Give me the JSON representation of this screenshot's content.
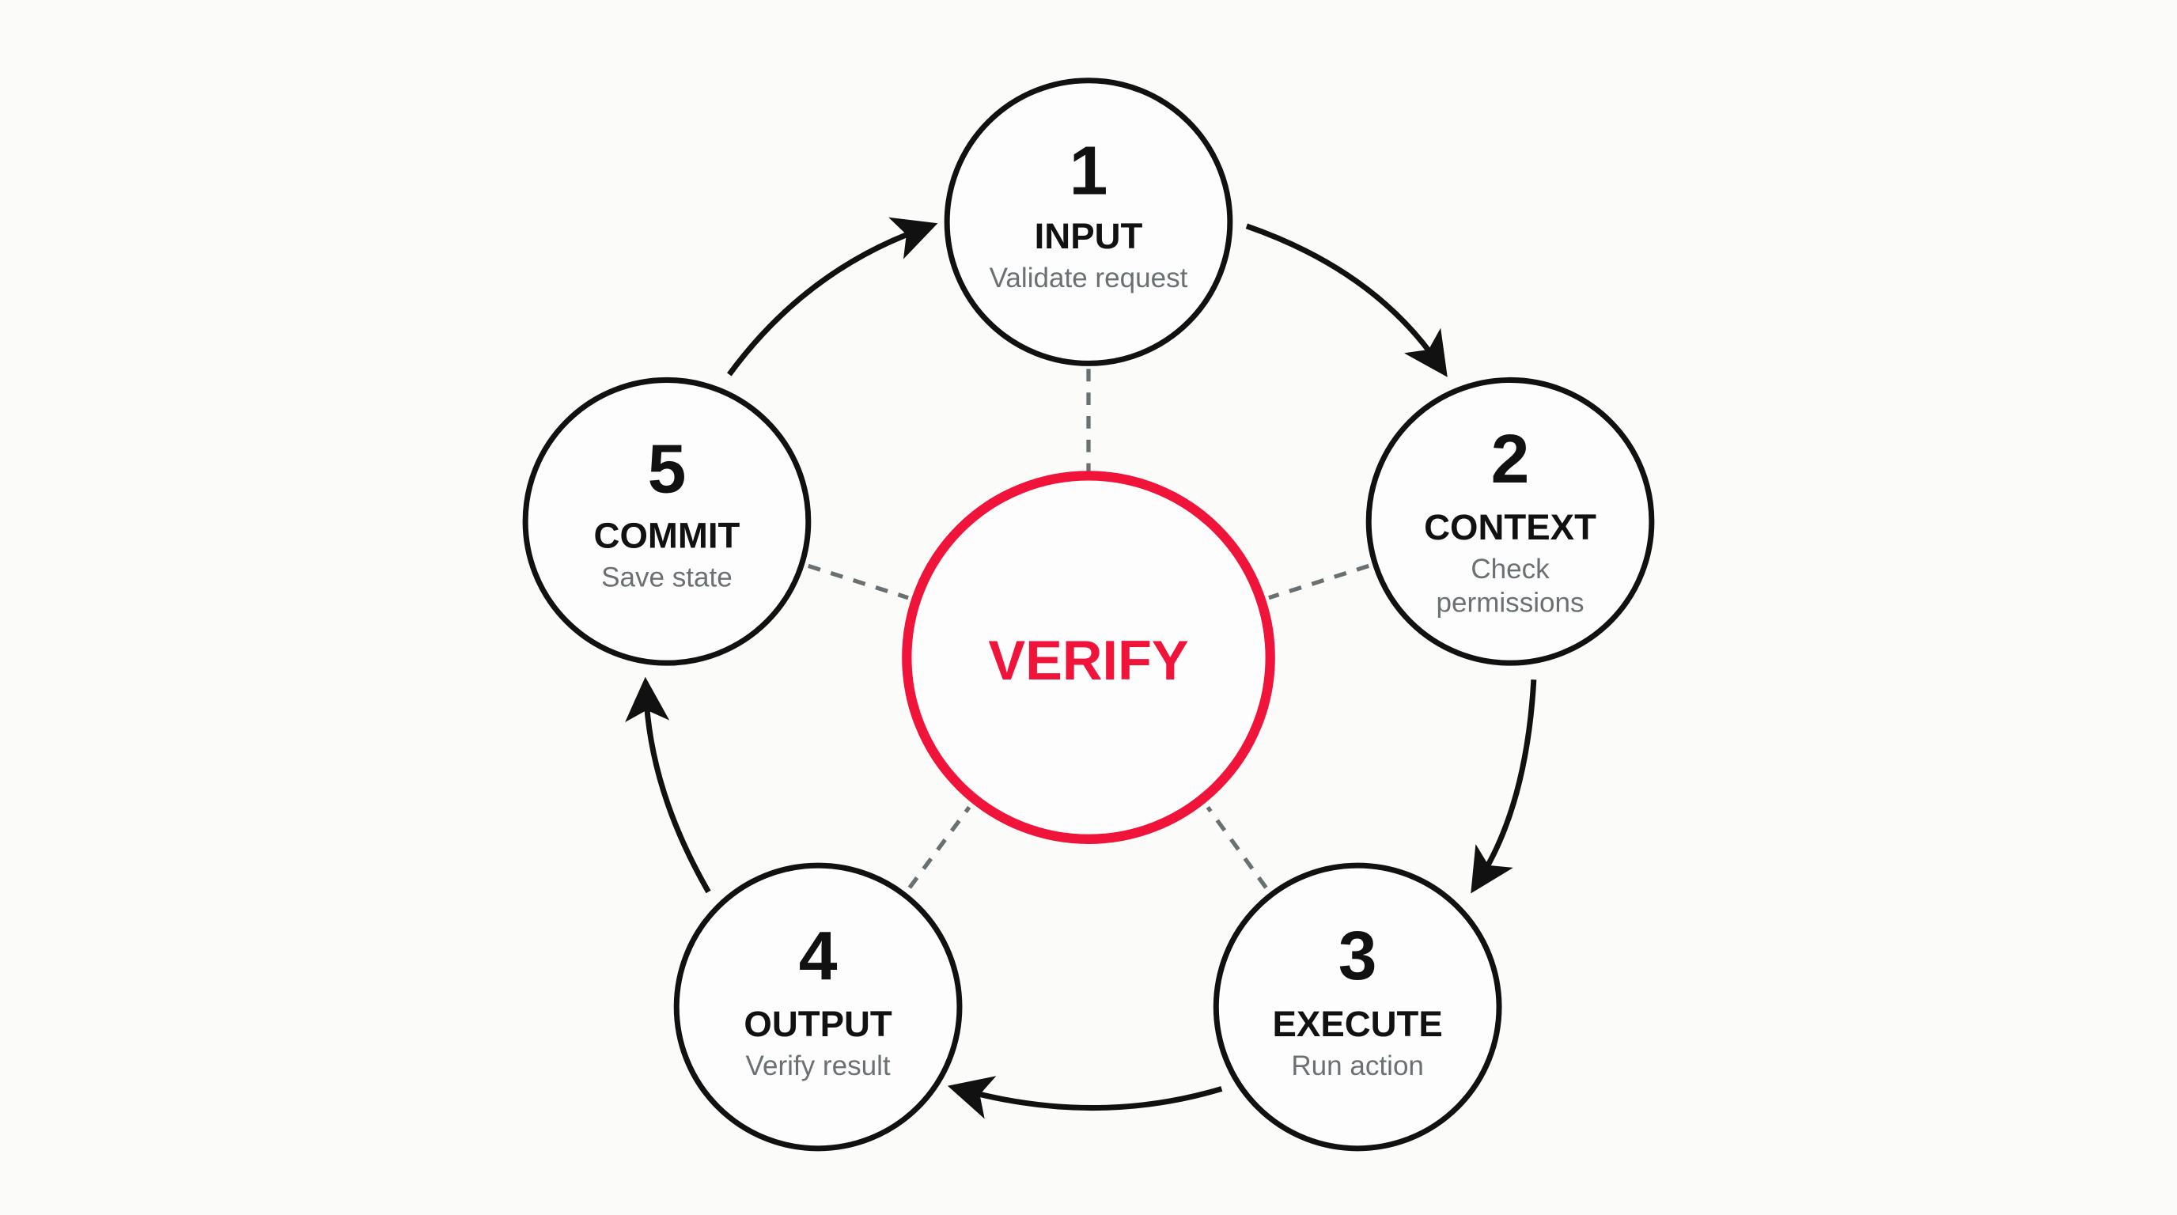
{
  "center": {
    "label": "VERIFY",
    "color": "#f0133a"
  },
  "steps": [
    {
      "number": "1",
      "title": "INPUT",
      "subtitle": [
        "Validate request"
      ]
    },
    {
      "number": "2",
      "title": "CONTEXT",
      "subtitle": [
        "Check",
        "permissions"
      ]
    },
    {
      "number": "3",
      "title": "EXECUTE",
      "subtitle": [
        "Run action"
      ]
    },
    {
      "number": "4",
      "title": "OUTPUT",
      "subtitle": [
        "Verify result"
      ]
    },
    {
      "number": "5",
      "title": "COMMIT",
      "subtitle": [
        "Save state"
      ]
    }
  ]
}
